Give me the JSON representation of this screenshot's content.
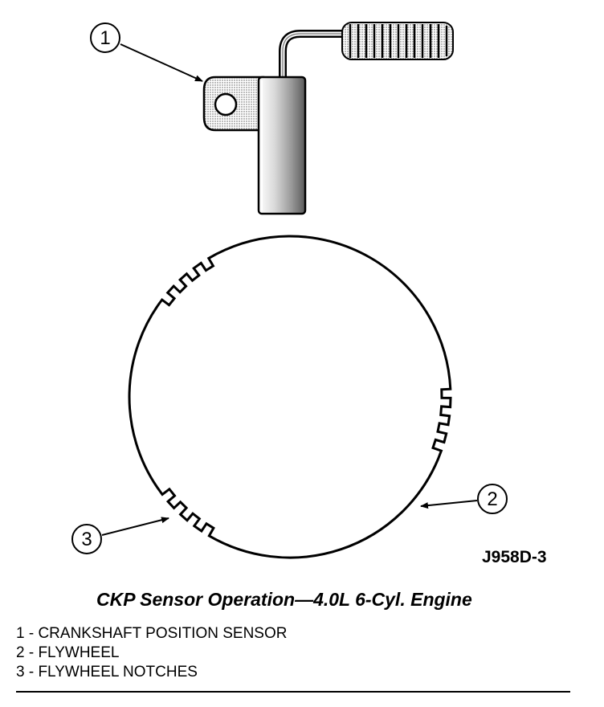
{
  "callouts": [
    {
      "number": "1"
    },
    {
      "number": "2"
    },
    {
      "number": "3"
    }
  ],
  "figure_id": "J958D-3",
  "caption": "CKP Sensor Operation—4.0L 6-Cyl. Engine",
  "legend": [
    "1 - CRANKSHAFT POSITION SENSOR",
    "2 - FLYWHEEL",
    "3 - FLYWHEEL NOTCHES"
  ],
  "notch_groups": [
    {
      "center_deg": 230,
      "teeth": 4
    },
    {
      "center_deg": 10,
      "teeth": 4
    },
    {
      "center_deg": 133,
      "teeth": 4
    }
  ]
}
